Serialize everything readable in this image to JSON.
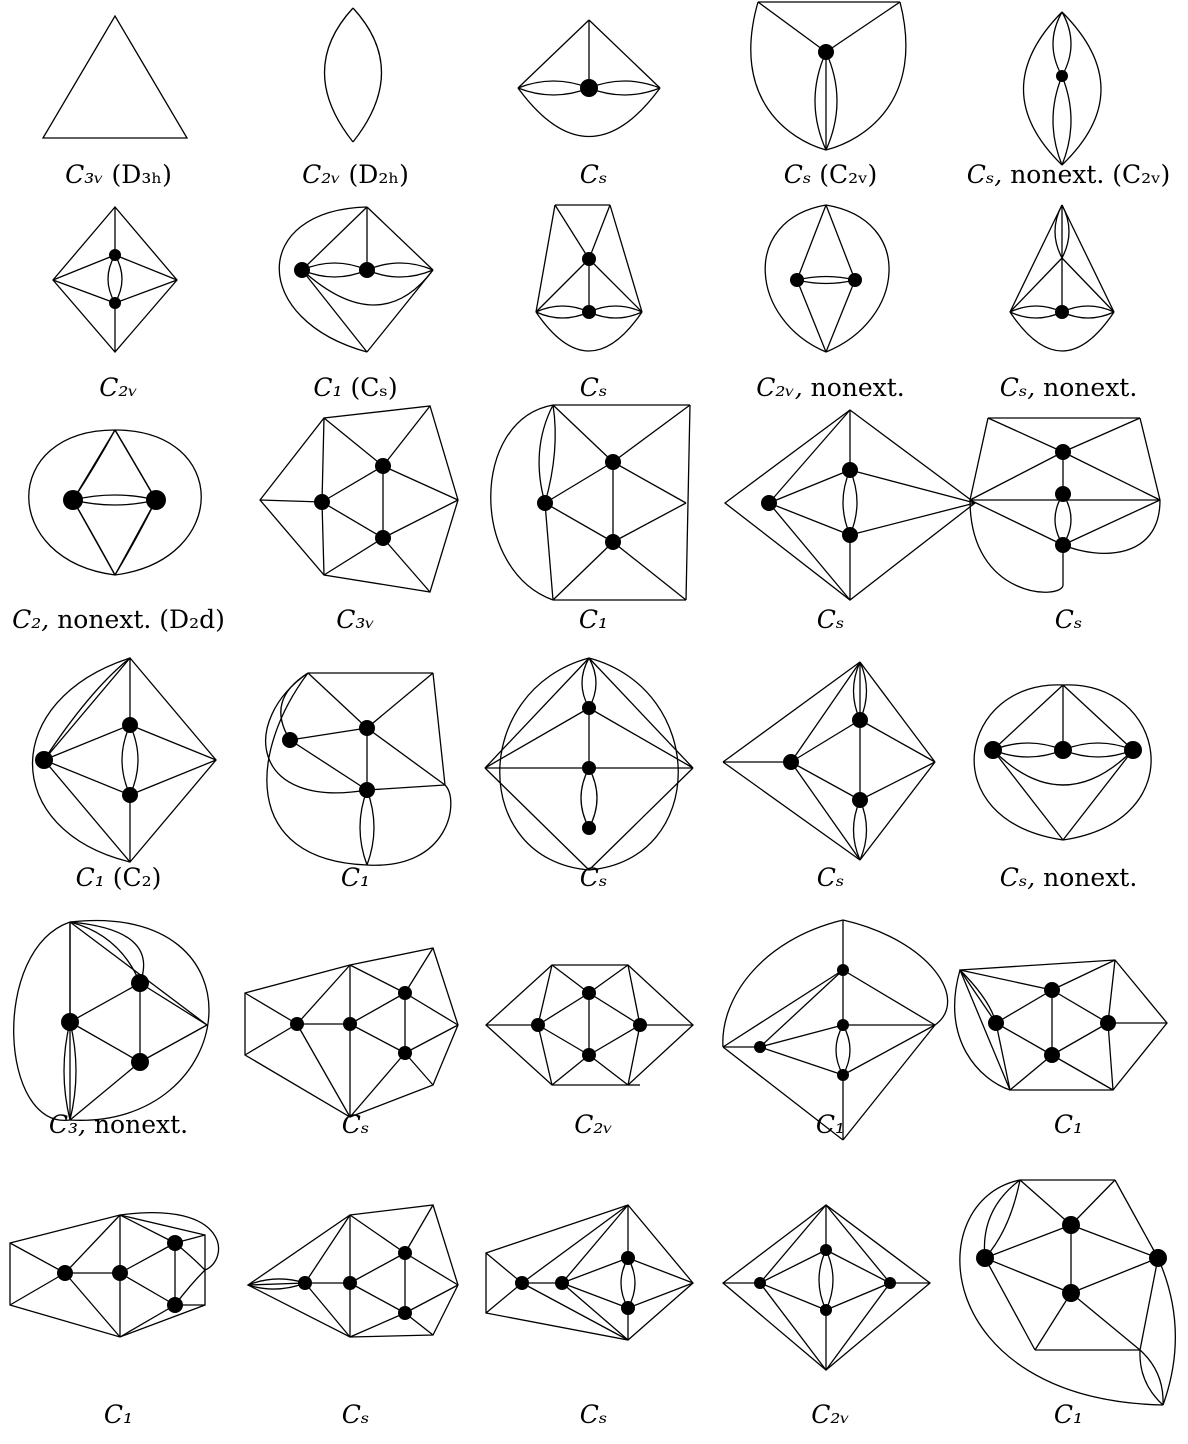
{
  "figures": [
    {
      "id": "r1c1",
      "symmetry": "C₃ᵥ",
      "note": "(D₃ₕ)"
    },
    {
      "id": "r1c2",
      "symmetry": "C₂ᵥ",
      "note": "(D₂ₕ)"
    },
    {
      "id": "r1c3",
      "symmetry": "Cₛ",
      "note": ""
    },
    {
      "id": "r1c4",
      "symmetry": "Cₛ",
      "note": "(C₂ᵥ)"
    },
    {
      "id": "r1c5",
      "symmetry": "Cₛ,",
      "note": "nonext. (C₂ᵥ)"
    },
    {
      "id": "r2c1",
      "symmetry": "C₂ᵥ",
      "note": ""
    },
    {
      "id": "r2c2",
      "symmetry": "C₁",
      "note": "(Cₛ)"
    },
    {
      "id": "r2c3",
      "symmetry": "Cₛ",
      "note": ""
    },
    {
      "id": "r2c4",
      "symmetry": "C₂ᵥ,",
      "note": "nonext."
    },
    {
      "id": "r2c5",
      "symmetry": "Cₛ,",
      "note": "nonext."
    },
    {
      "id": "r3c1",
      "symmetry": "C₂,",
      "note": "nonext. (D₂d)"
    },
    {
      "id": "r3c2",
      "symmetry": "C₃ᵥ",
      "note": ""
    },
    {
      "id": "r3c3",
      "symmetry": "C₁",
      "note": ""
    },
    {
      "id": "r3c4",
      "symmetry": "Cₛ",
      "note": ""
    },
    {
      "id": "r3c5",
      "symmetry": "Cₛ",
      "note": ""
    },
    {
      "id": "r4c1",
      "symmetry": "C₁",
      "note": "(C₂)"
    },
    {
      "id": "r4c2",
      "symmetry": "C₁",
      "note": ""
    },
    {
      "id": "r4c3",
      "symmetry": "Cₛ",
      "note": ""
    },
    {
      "id": "r4c4",
      "symmetry": "Cₛ",
      "note": ""
    },
    {
      "id": "r4c5",
      "symmetry": "Cₛ,",
      "note": "nonext."
    },
    {
      "id": "r5c1",
      "symmetry": "C₃,",
      "note": "nonext."
    },
    {
      "id": "r5c2",
      "symmetry": "Cₛ",
      "note": ""
    },
    {
      "id": "r5c3",
      "symmetry": "C₂ᵥ",
      "note": ""
    },
    {
      "id": "r5c4",
      "symmetry": "C₁",
      "note": ""
    },
    {
      "id": "r5c5",
      "symmetry": "C₁",
      "note": ""
    },
    {
      "id": "r6c1",
      "symmetry": "C₁",
      "note": ""
    },
    {
      "id": "r6c2",
      "symmetry": "Cₛ",
      "note": ""
    },
    {
      "id": "r6c3",
      "symmetry": "Cₛ",
      "note": ""
    },
    {
      "id": "r6c4",
      "symmetry": "C₂ᵥ",
      "note": ""
    },
    {
      "id": "r6c5",
      "symmetry": "C₁",
      "note": ""
    }
  ]
}
